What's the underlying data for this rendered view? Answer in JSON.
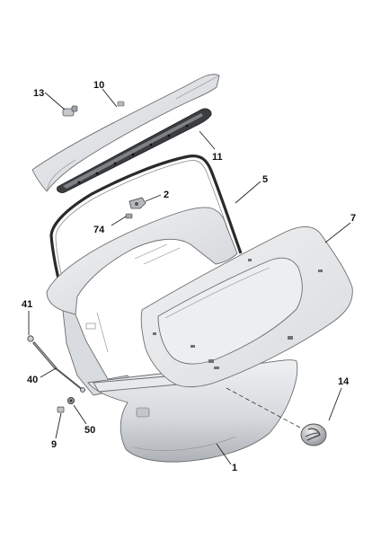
{
  "callouts": {
    "c1": "1",
    "c2": "2",
    "c5": "5",
    "c7": "7",
    "c9": "9",
    "c10": "10",
    "c11": "11",
    "c13": "13",
    "c14": "14",
    "c40": "40",
    "c41": "41",
    "c50": "50",
    "c74": "74"
  },
  "colors": {
    "panel_light": "#e9ebee",
    "panel_mid": "#cfd3d8",
    "panel_dark": "#9ea3a9",
    "seal": "#2a2a2a",
    "line": "#6d6d6d"
  }
}
